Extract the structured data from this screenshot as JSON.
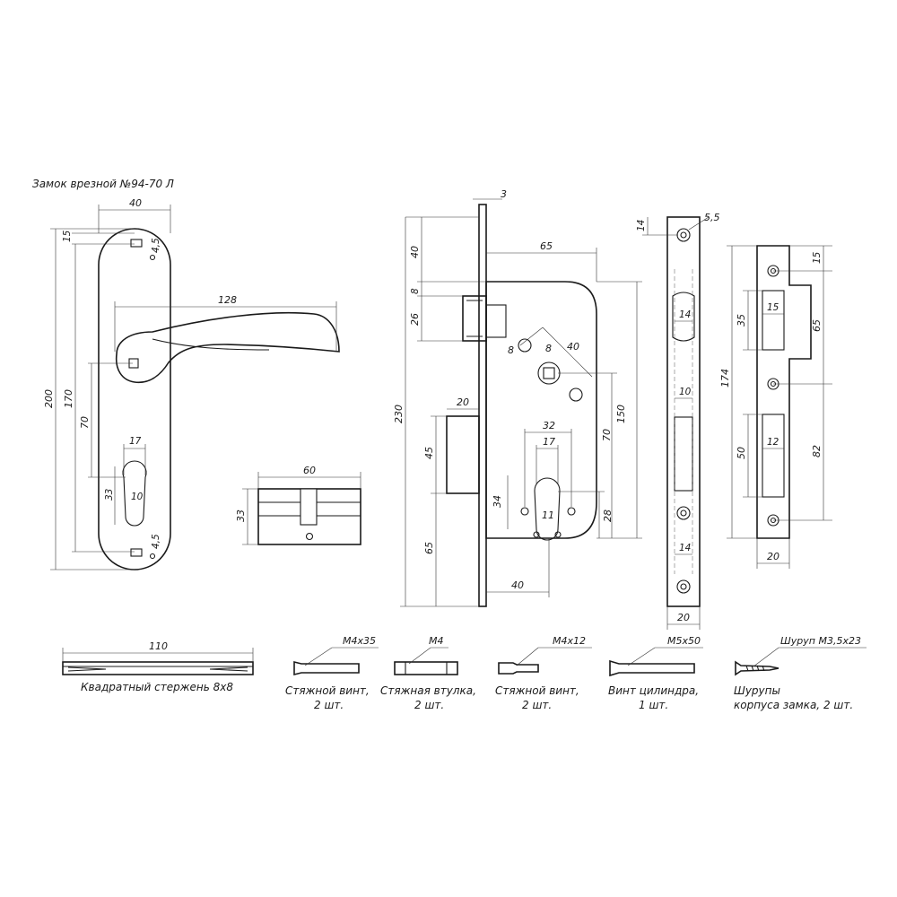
{
  "title": "Замок врезной №94-70 Л",
  "handle": {
    "width": "40",
    "hole_offset": "15",
    "hole_dia_top": "4,5",
    "hole_dia_bottom": "4,5",
    "lever_length": "128",
    "total_height": "200",
    "hole_span": "170",
    "spindle_to_cyl": "70",
    "cyl_width": "17",
    "cyl_height": "33",
    "cyl_bottom": "10"
  },
  "cylinder": {
    "length": "60",
    "height": "33"
  },
  "lock": {
    "faceplate_thickness": "3",
    "top_to_latch": "40",
    "latch_height": "8",
    "latch_span": "26",
    "backset": "65",
    "screw_dia": "8",
    "spindle_square": "8",
    "screw_span": "40",
    "bolt_width": "20",
    "bolt_height": "45",
    "bottom_offset": "65",
    "total_height": "230",
    "body_height": "150",
    "centre_distance": "70",
    "cyl_spacing_outer": "32",
    "cyl_spacing_inner": "17",
    "cyl_height": "34",
    "cyl_small": "11",
    "cyl_bottom": "28",
    "body_depth": "40"
  },
  "faceplate": {
    "screw_offset": "14",
    "screw_dia": "5,5",
    "latch_width": "14",
    "bolt_width": "10",
    "bottom_width": "14",
    "total_width": "20"
  },
  "strike": {
    "top_offset": "15",
    "latch_slot": "35",
    "latch_slot_w": "15",
    "upper_span": "65",
    "total": "174",
    "bolt_slot": "50",
    "bolt_slot_w": "12",
    "lower_span": "82",
    "width": "20"
  },
  "parts": [
    {
      "size": "110",
      "caption": "Квадратный стержень 8х8"
    },
    {
      "size": "M4х35",
      "caption1": "Стяжной винт,",
      "caption2": "2 шт."
    },
    {
      "size": "M4",
      "caption1": "Стяжная втулка,",
      "caption2": "2 шт."
    },
    {
      "size": "M4х12",
      "caption1": "Стяжной винт,",
      "caption2": "2 шт."
    },
    {
      "size": "M5х50",
      "caption1": "Винт цилиндра,",
      "caption2": "1 шт."
    },
    {
      "size": "Шуруп М3,5х23",
      "caption1": "Шурупы",
      "caption2": "корпуса замка, 2 шт."
    }
  ]
}
